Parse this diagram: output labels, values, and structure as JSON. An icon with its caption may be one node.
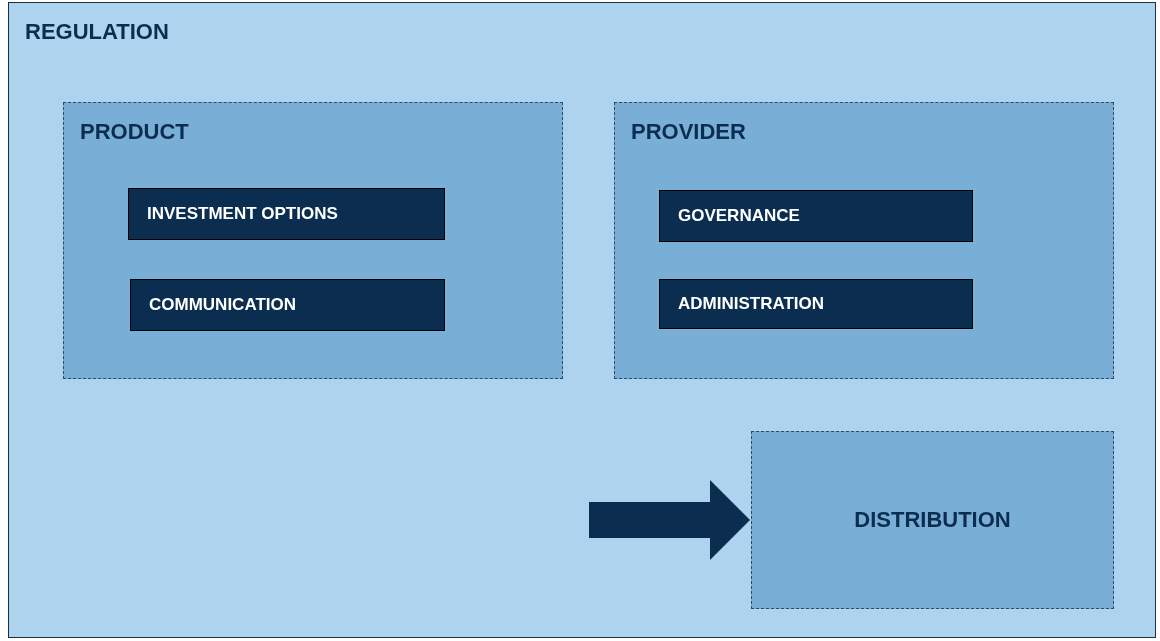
{
  "diagram": {
    "nodes": [
      {
        "text": [
          "REGULATION"
        ]
      },
      {
        "text": [
          "PRODUCT"
        ],
        "in": 0
      },
      {
        "text": [
          "INVESTMENT OPTIONS"
        ],
        "in": 1
      },
      {
        "text": [
          "COMMUNICATION"
        ],
        "in": 1
      },
      {
        "text": [
          "PROVIDER"
        ],
        "in": 0
      },
      {
        "text": [
          "GOVERNANCE"
        ],
        "in": 4
      },
      {
        "text": [
          "ADMINISTRATION"
        ],
        "in": 4
      },
      {
        "text": [
          "DISTRIBUTION"
        ],
        "in": 0
      }
    ],
    "edges": [
      {
        "from": null,
        "to": 7,
        "arrow": "to"
      }
    ]
  }
}
